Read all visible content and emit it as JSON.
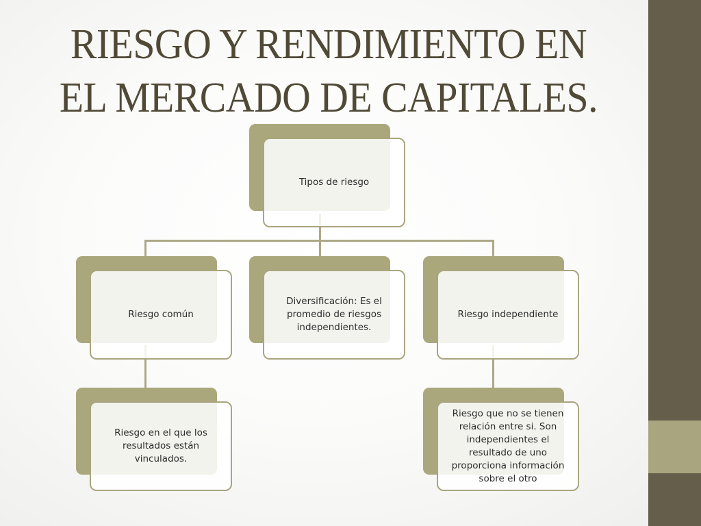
{
  "slide": {
    "title_line1": "RIESGO Y RENDIMIENTO EN",
    "title_line2": "EL MERCADO DE CAPITALES."
  },
  "diagram": {
    "root": {
      "label": "Tipos de riesgo"
    },
    "children": [
      {
        "label": "Riesgo común",
        "child": {
          "label": "Riesgo en el que los resultados están vinculados."
        }
      },
      {
        "label": "Diversificación: Es el promedio de riesgos independientes."
      },
      {
        "label": "Riesgo independiente",
        "child": {
          "label": "Riesgo que no se tienen relación entre si. Son independientes el resultado de uno proporciona información sobre el otro"
        }
      }
    ]
  },
  "colors": {
    "sidebar": "#655e4a",
    "sidebar_accent": "#a9a57e",
    "title": "#4f4936",
    "node_back": "#aaa77d",
    "node_border": "#a9a57f",
    "connector": "#aca887"
  }
}
